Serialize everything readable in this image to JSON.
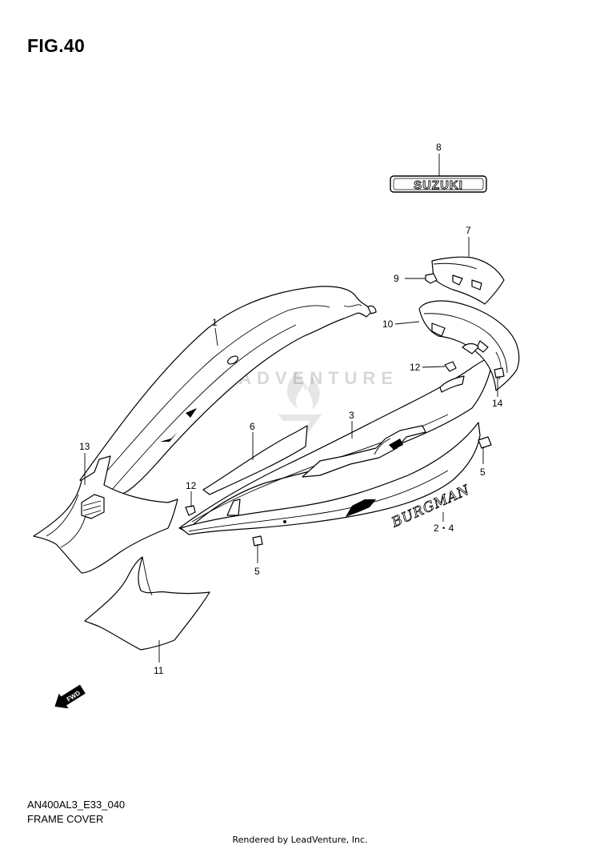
{
  "figure": {
    "title": "FIG.40",
    "code": "AN400AL3_E33_040",
    "name": "FRAME COVER",
    "credit": "Rendered by LeadVenture, Inc.",
    "watermark": "LEADVENTURE"
  },
  "callouts": {
    "c1": "1",
    "c2_4": "2・4",
    "c3": "3",
    "c5a": "5",
    "c5b": "5",
    "c6": "6",
    "c7": "7",
    "c8": "8",
    "c9": "9",
    "c10": "10",
    "c11": "11",
    "c12a": "12",
    "c12b": "12",
    "c13": "13",
    "c14": "14"
  },
  "labels": {
    "emblem": "SUZUKI",
    "decal": "BURGMAN",
    "fwd": "FWD"
  },
  "colors": {
    "line": "#000000",
    "background": "#ffffff",
    "watermark": "#d8d8d8"
  }
}
